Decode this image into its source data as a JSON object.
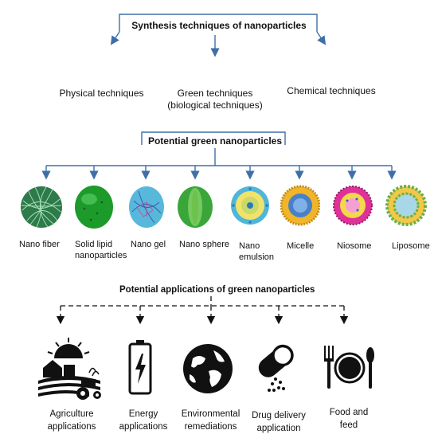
{
  "synthesis": {
    "title": "Synthesis techniques of nanoparticles",
    "physical": "Physical techniques",
    "green_line1": "Green techniques",
    "green_line2": "(biological techniques)",
    "chemical": "Chemical techniques"
  },
  "green_np": {
    "title": "Potential green nanoparticles",
    "items": [
      {
        "line1": "Nano fiber",
        "line2": "",
        "icon": "nano-fiber-icon"
      },
      {
        "line1": "Solid lipid",
        "line2": "nanoparticles",
        "icon": "solid-lipid-icon"
      },
      {
        "line1": "Nano gel",
        "line2": "",
        "icon": "nano-gel-icon"
      },
      {
        "line1": "Nano sphere",
        "line2": "",
        "icon": "nano-sphere-icon"
      },
      {
        "line1": "Nano",
        "line2": "emulsion",
        "icon": "nano-emulsion-icon"
      },
      {
        "line1": "Micelle",
        "line2": "",
        "icon": "micelle-icon"
      },
      {
        "line1": "Niosome",
        "line2": "",
        "icon": "niosome-icon"
      },
      {
        "line1": "Liposome",
        "line2": "",
        "icon": "liposome-icon"
      }
    ]
  },
  "applications": {
    "title": "Potential applications of green nanoparticles",
    "items": [
      {
        "line1": "Agriculture",
        "line2": "applications",
        "icon": "farm-icon"
      },
      {
        "line1": "Energy",
        "line2": "applications",
        "icon": "battery-icon"
      },
      {
        "line1": "Environmental",
        "line2": "remediations",
        "icon": "globe-icon"
      },
      {
        "line1": "Drug delivery",
        "line2": "application",
        "icon": "capsule-icon"
      },
      {
        "line1": "Food and",
        "line2": "feed",
        "icon": "plate-icon"
      }
    ]
  },
  "colors": {
    "arrow_blue": "#3f6fa8",
    "dashed_black": "#111111"
  }
}
